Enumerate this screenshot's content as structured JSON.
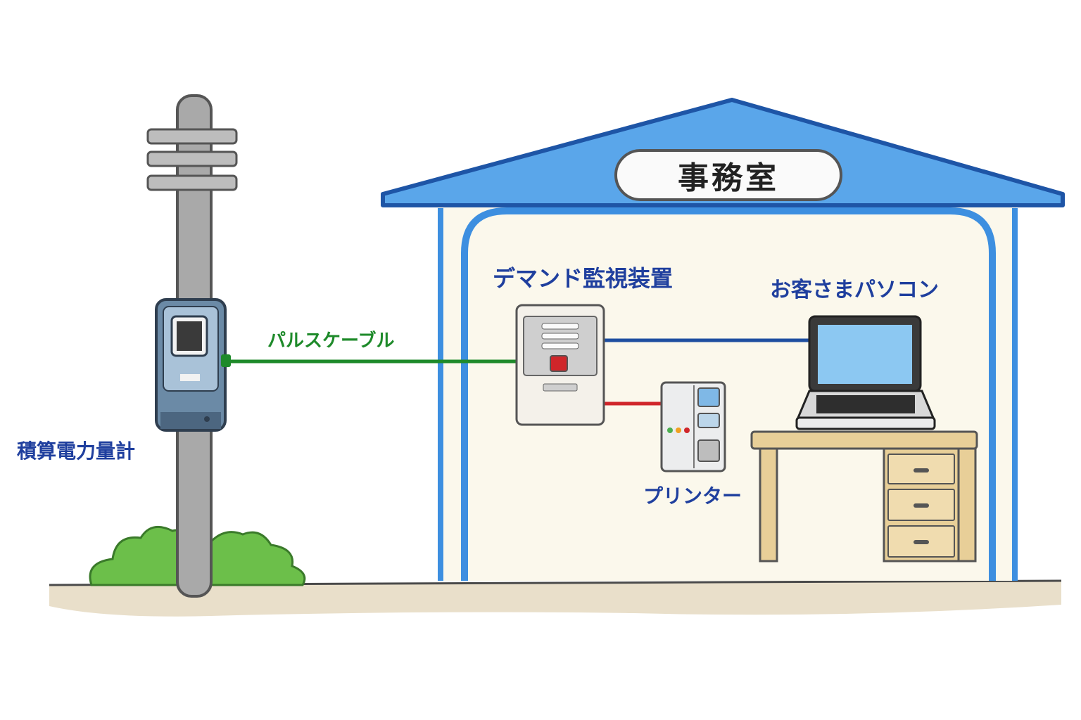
{
  "building": {
    "sign": "事務室"
  },
  "labels": {
    "meter": "積算電力量計",
    "cable": "パルスケーブル",
    "demand_monitor": "デマンド監視装置",
    "customer_pc": "お客さまパソコン",
    "printer": "プリンター"
  },
  "colors": {
    "roof": "#3d8fe0",
    "wall": "#fbf8ec",
    "pulse_cable": "#1e8a2a",
    "pc_cable": "#1e4ea0",
    "printer_cable": "#d0262a",
    "label_text": "#1f3f9e",
    "ground": "#e6dcc6",
    "bush": "#6cbf4a"
  }
}
